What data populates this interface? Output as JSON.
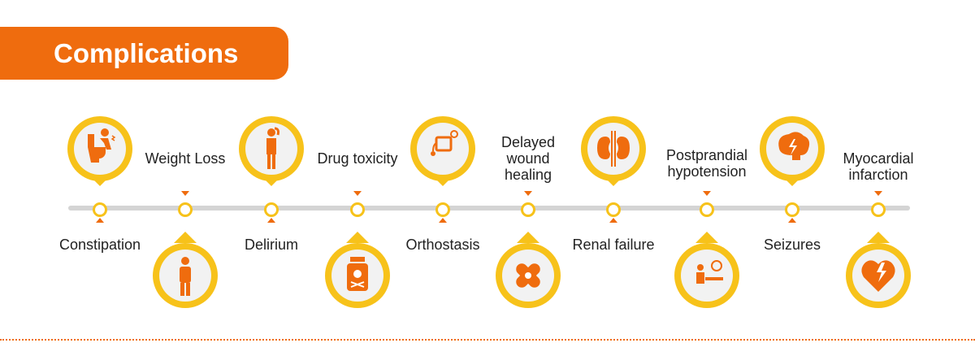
{
  "header": {
    "title": "Complications"
  },
  "colors": {
    "orange": "#ef6c0e",
    "yellow": "#f7c21a",
    "line": "#d4d4d4"
  },
  "items": [
    {
      "label": "Constipation",
      "icon": "toilet-icon"
    },
    {
      "label": "Weight Loss",
      "icon": "weight-loss-person-icon"
    },
    {
      "label": "Delirium",
      "icon": "confused-person-icon"
    },
    {
      "label": "Drug toxicity",
      "icon": "poison-bottle-icon"
    },
    {
      "label": "Orthostasis",
      "icon": "blood-pressure-monitor-icon"
    },
    {
      "label": "Delayed wound healing",
      "icon": "bandage-icon"
    },
    {
      "label": "Renal failure",
      "icon": "kidneys-icon"
    },
    {
      "label": "Postprandial hypotension",
      "icon": "doctor-desk-icon"
    },
    {
      "label": "Seizures",
      "icon": "brain-lightning-icon"
    },
    {
      "label": "Myocardial infarction",
      "icon": "heart-attack-icon"
    }
  ]
}
